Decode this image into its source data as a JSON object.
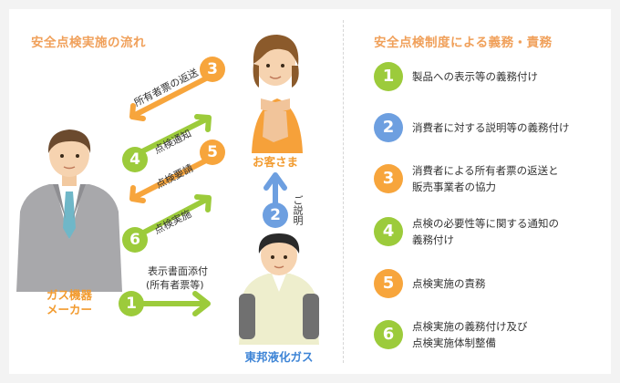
{
  "left_title": "安全点検実施の流れ",
  "right_title": "安全点検制度による義務・責務",
  "colors": {
    "orange": "#f7a53c",
    "green": "#9ccb3b",
    "blue": "#6d9fe0",
    "title": "#f0a05a"
  },
  "actors": {
    "maker": "ガス機器\nメーカー",
    "customer": "お客さま",
    "gas": "東邦液化ガス"
  },
  "flow": {
    "s1": {
      "num": "1",
      "label1": "表示書面添付",
      "label2": "(所有者票等)"
    },
    "s2": {
      "num": "2",
      "label": "ご説明"
    },
    "s3": {
      "num": "3",
      "label": "所有者票の返送"
    },
    "s4": {
      "num": "4",
      "label": "点検通知"
    },
    "s5": {
      "num": "5",
      "label": "点検要請"
    },
    "s6": {
      "num": "6",
      "label": "点検実施"
    }
  },
  "duties": [
    {
      "num": "1",
      "color": "green",
      "text": "製品への表示等の義務付け"
    },
    {
      "num": "2",
      "color": "blue",
      "text": "消費者に対する説明等の義務付け"
    },
    {
      "num": "3",
      "color": "orange",
      "text": "消費者による所有者票の返送と\n販売事業者の協力"
    },
    {
      "num": "4",
      "color": "green",
      "text": "点検の必要性等に関する通知の\n義務付け"
    },
    {
      "num": "5",
      "color": "orange",
      "text": "点検実施の責務"
    },
    {
      "num": "6",
      "color": "green",
      "text": "点検実施の義務付け及び\n点検実施体制整備"
    }
  ]
}
